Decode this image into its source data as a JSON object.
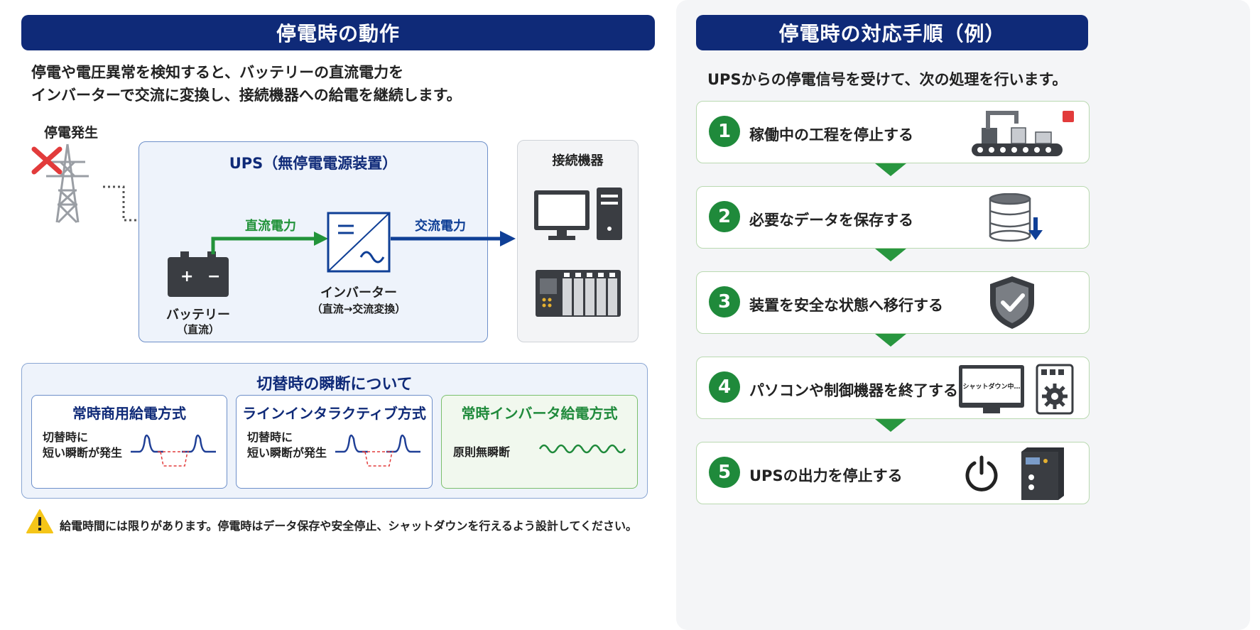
{
  "left": {
    "title": "停電時の動作",
    "description_line1": "停電や電圧異常を検知すると、バッテリーの直流電力を",
    "description_line2": "インバーターで交流に変換し、接続機器への給電を継続します。",
    "outage_label": "停電発生",
    "ups_title": "UPS（無停電電源装置）",
    "dc_power_label": "直流電力",
    "ac_power_label": "交流電力",
    "battery_label": "バッテリー",
    "battery_sub": "（直流）",
    "inverter_label": "インバーター",
    "inverter_sub": "（直流→交流変換）",
    "equipment_label": "接続機器",
    "switch_title": "切替時の瞬断について",
    "methods": [
      {
        "title": "常時商用給電方式",
        "line1": "切替時に",
        "line2": "短い瞬断が発生"
      },
      {
        "title": "ラインインタラクティブ方式",
        "line1": "切替時に",
        "line2": "短い瞬断が発生"
      },
      {
        "title": "常時インバータ給電方式",
        "line1": "原則無瞬断",
        "line2": ""
      }
    ],
    "warning": "給電時間には限りがあります。停電時はデータ保存や安全停止、シャットダウンを行えるよう設計してください。"
  },
  "right": {
    "title": "停電時の対応手順（例）",
    "intro": "UPSからの停電信号を受けて、次の処理を行います。",
    "steps": [
      {
        "num": "1",
        "label": "稼働中の工程を停止する"
      },
      {
        "num": "2",
        "label": "必要なデータを保存する"
      },
      {
        "num": "3",
        "label": "装置を安全な状態へ移行する"
      },
      {
        "num": "4",
        "label": "パソコンや制御機器を終了する"
      },
      {
        "num": "5",
        "label": "UPSの出力を停止する"
      }
    ],
    "shutdown_screen": "シャットダウン中…"
  },
  "colors": {
    "navy": "#0f2a78",
    "green": "#1f8a3b",
    "red": "#e23b3b",
    "blue_arrow": "#0f3f96"
  }
}
